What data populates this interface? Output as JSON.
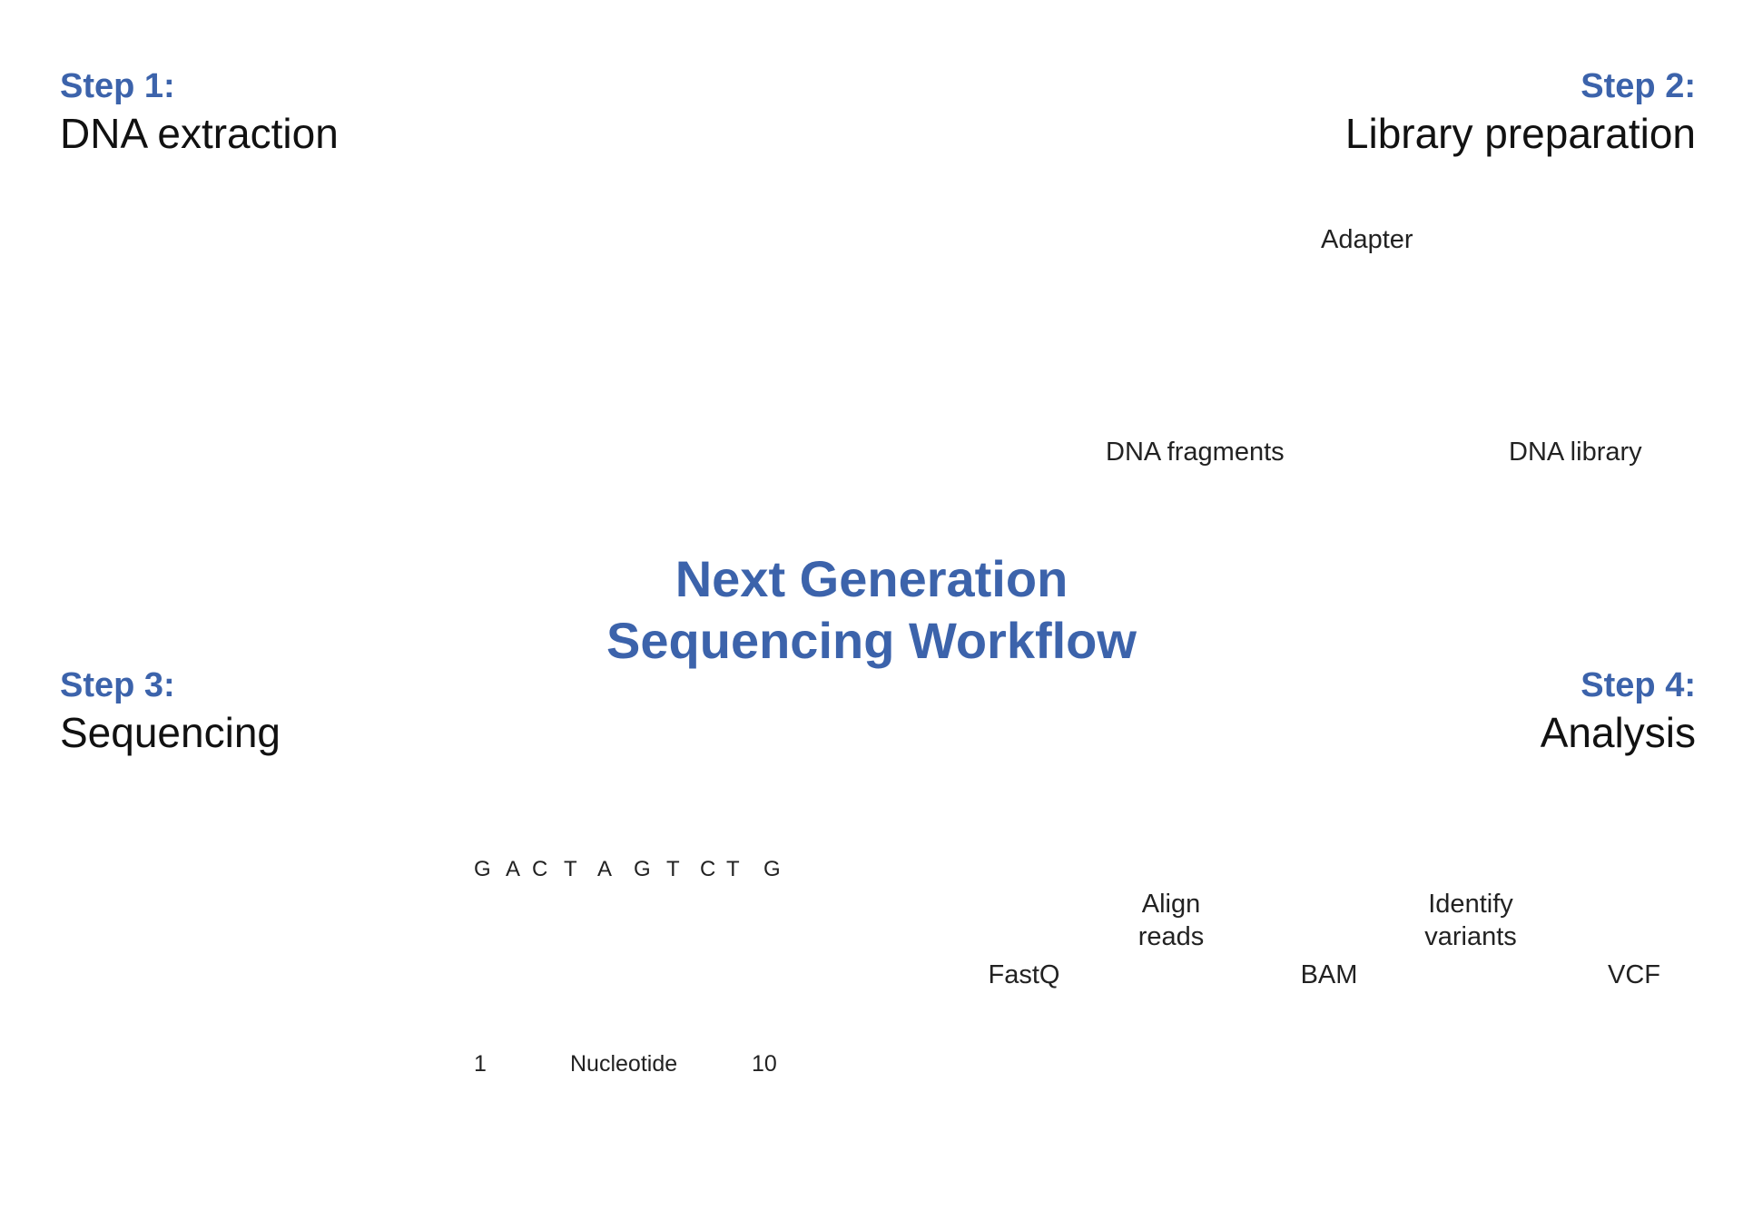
{
  "title": {
    "line1": "Next Generation",
    "line2": "Sequencing Workflow"
  },
  "steps": [
    {
      "number": "Step 1:",
      "title": "DNA extraction"
    },
    {
      "number": "Step 2:",
      "title": "Library preparation"
    },
    {
      "number": "Step 3:",
      "title": "Sequencing"
    },
    {
      "number": "Step 4:",
      "title": "Analysis"
    }
  ],
  "library": {
    "adapter_label": "Adapter",
    "fragments_label": "DNA fragments",
    "library_label": "DNA library"
  },
  "sequencing": {
    "bases": [
      "G",
      "A",
      "C",
      "T",
      "A",
      "G",
      "T",
      "C",
      "T",
      "G"
    ],
    "axis_start": "1",
    "axis_label": "Nucleotide",
    "axis_end": "10"
  },
  "analysis": {
    "files": [
      "FastQ",
      "BAM",
      "VCF"
    ],
    "arrows": [
      {
        "line1": "Align",
        "line2": "reads"
      },
      {
        "line1": "Identify",
        "line2": "variants"
      }
    ]
  },
  "colors": {
    "accent_blue": "#3c63ab",
    "dna_red": "#c8323a",
    "dna_blue": "#2d5f9a",
    "adapter_teal": "#3fb8b6",
    "peak_gray": "#6b6b6b",
    "peak_green": "#3fa63f",
    "peak_blue": "#2f72c4",
    "peak_red": "#c8323a",
    "file_fastq": "#e6e9f4",
    "file_bam": "#cdd3ea",
    "file_vcf": "#b1b9dd"
  }
}
